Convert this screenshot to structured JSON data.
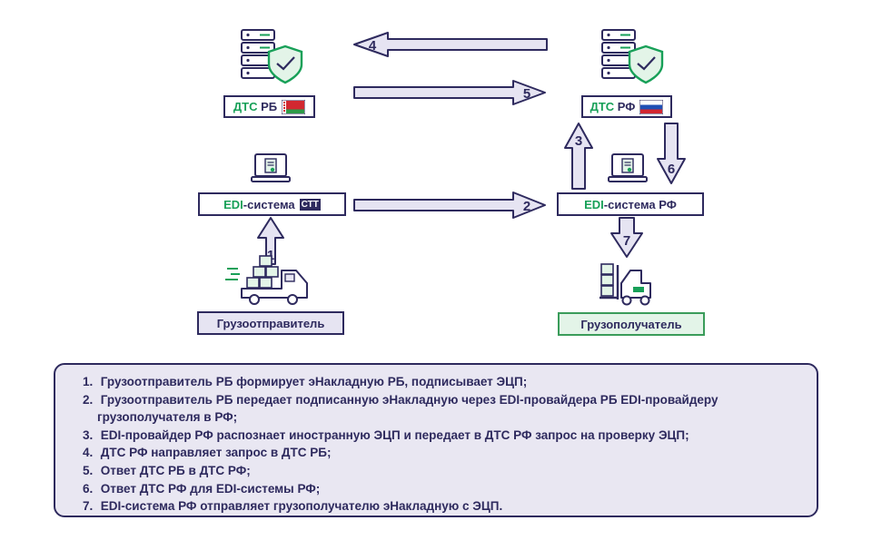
{
  "nodes": {
    "dts_rb": {
      "prefix": "ДТС",
      "suffix": "РБ"
    },
    "dts_rf": {
      "prefix": "ДТС",
      "suffix": "РФ"
    },
    "edi_rb": {
      "prefix": "EDI",
      "suffix": "-система",
      "logo": "СТТ"
    },
    "edi_rf": {
      "prefix": "EDI",
      "suffix": "-система РФ"
    },
    "sender": {
      "label": "Грузоотправитель"
    },
    "receiver": {
      "label": "Грузополучатель"
    }
  },
  "arrows": [
    "1",
    "2",
    "3",
    "4",
    "5",
    "6",
    "7"
  ],
  "steps": [
    {
      "num": "1.",
      "text": "Грузоотправитель РБ формирует эНакладную РБ, подписывает ЭЦП;"
    },
    {
      "num": "2.",
      "text": "Грузоотправитель РБ передает подписанную эНакладную через EDI-провайдера РБ EDI-провайдеру",
      "cont": "грузополучателя в РФ;"
    },
    {
      "num": "3.",
      "text": "EDI-провайдер РФ распознает иностранную ЭЦП и передает в ДТС РФ запрос на проверку ЭЦП;"
    },
    {
      "num": "4.",
      "text": "ДТС РФ направляет запрос в ДТС РБ;"
    },
    {
      "num": "5.",
      "text": "Ответ ДТС РБ в ДТС РФ;"
    },
    {
      "num": "6.",
      "text": "Ответ ДТС РФ для EDI-системы РФ;"
    },
    {
      "num": "7.",
      "text": "EDI-система РФ отправляет грузополучателю эНакладную с ЭЦП."
    }
  ],
  "colors": {
    "navy": "#2e2a5e",
    "green": "#18a058",
    "arrow_fill": "#e6e4f2",
    "panel": "#e9e7f2"
  }
}
